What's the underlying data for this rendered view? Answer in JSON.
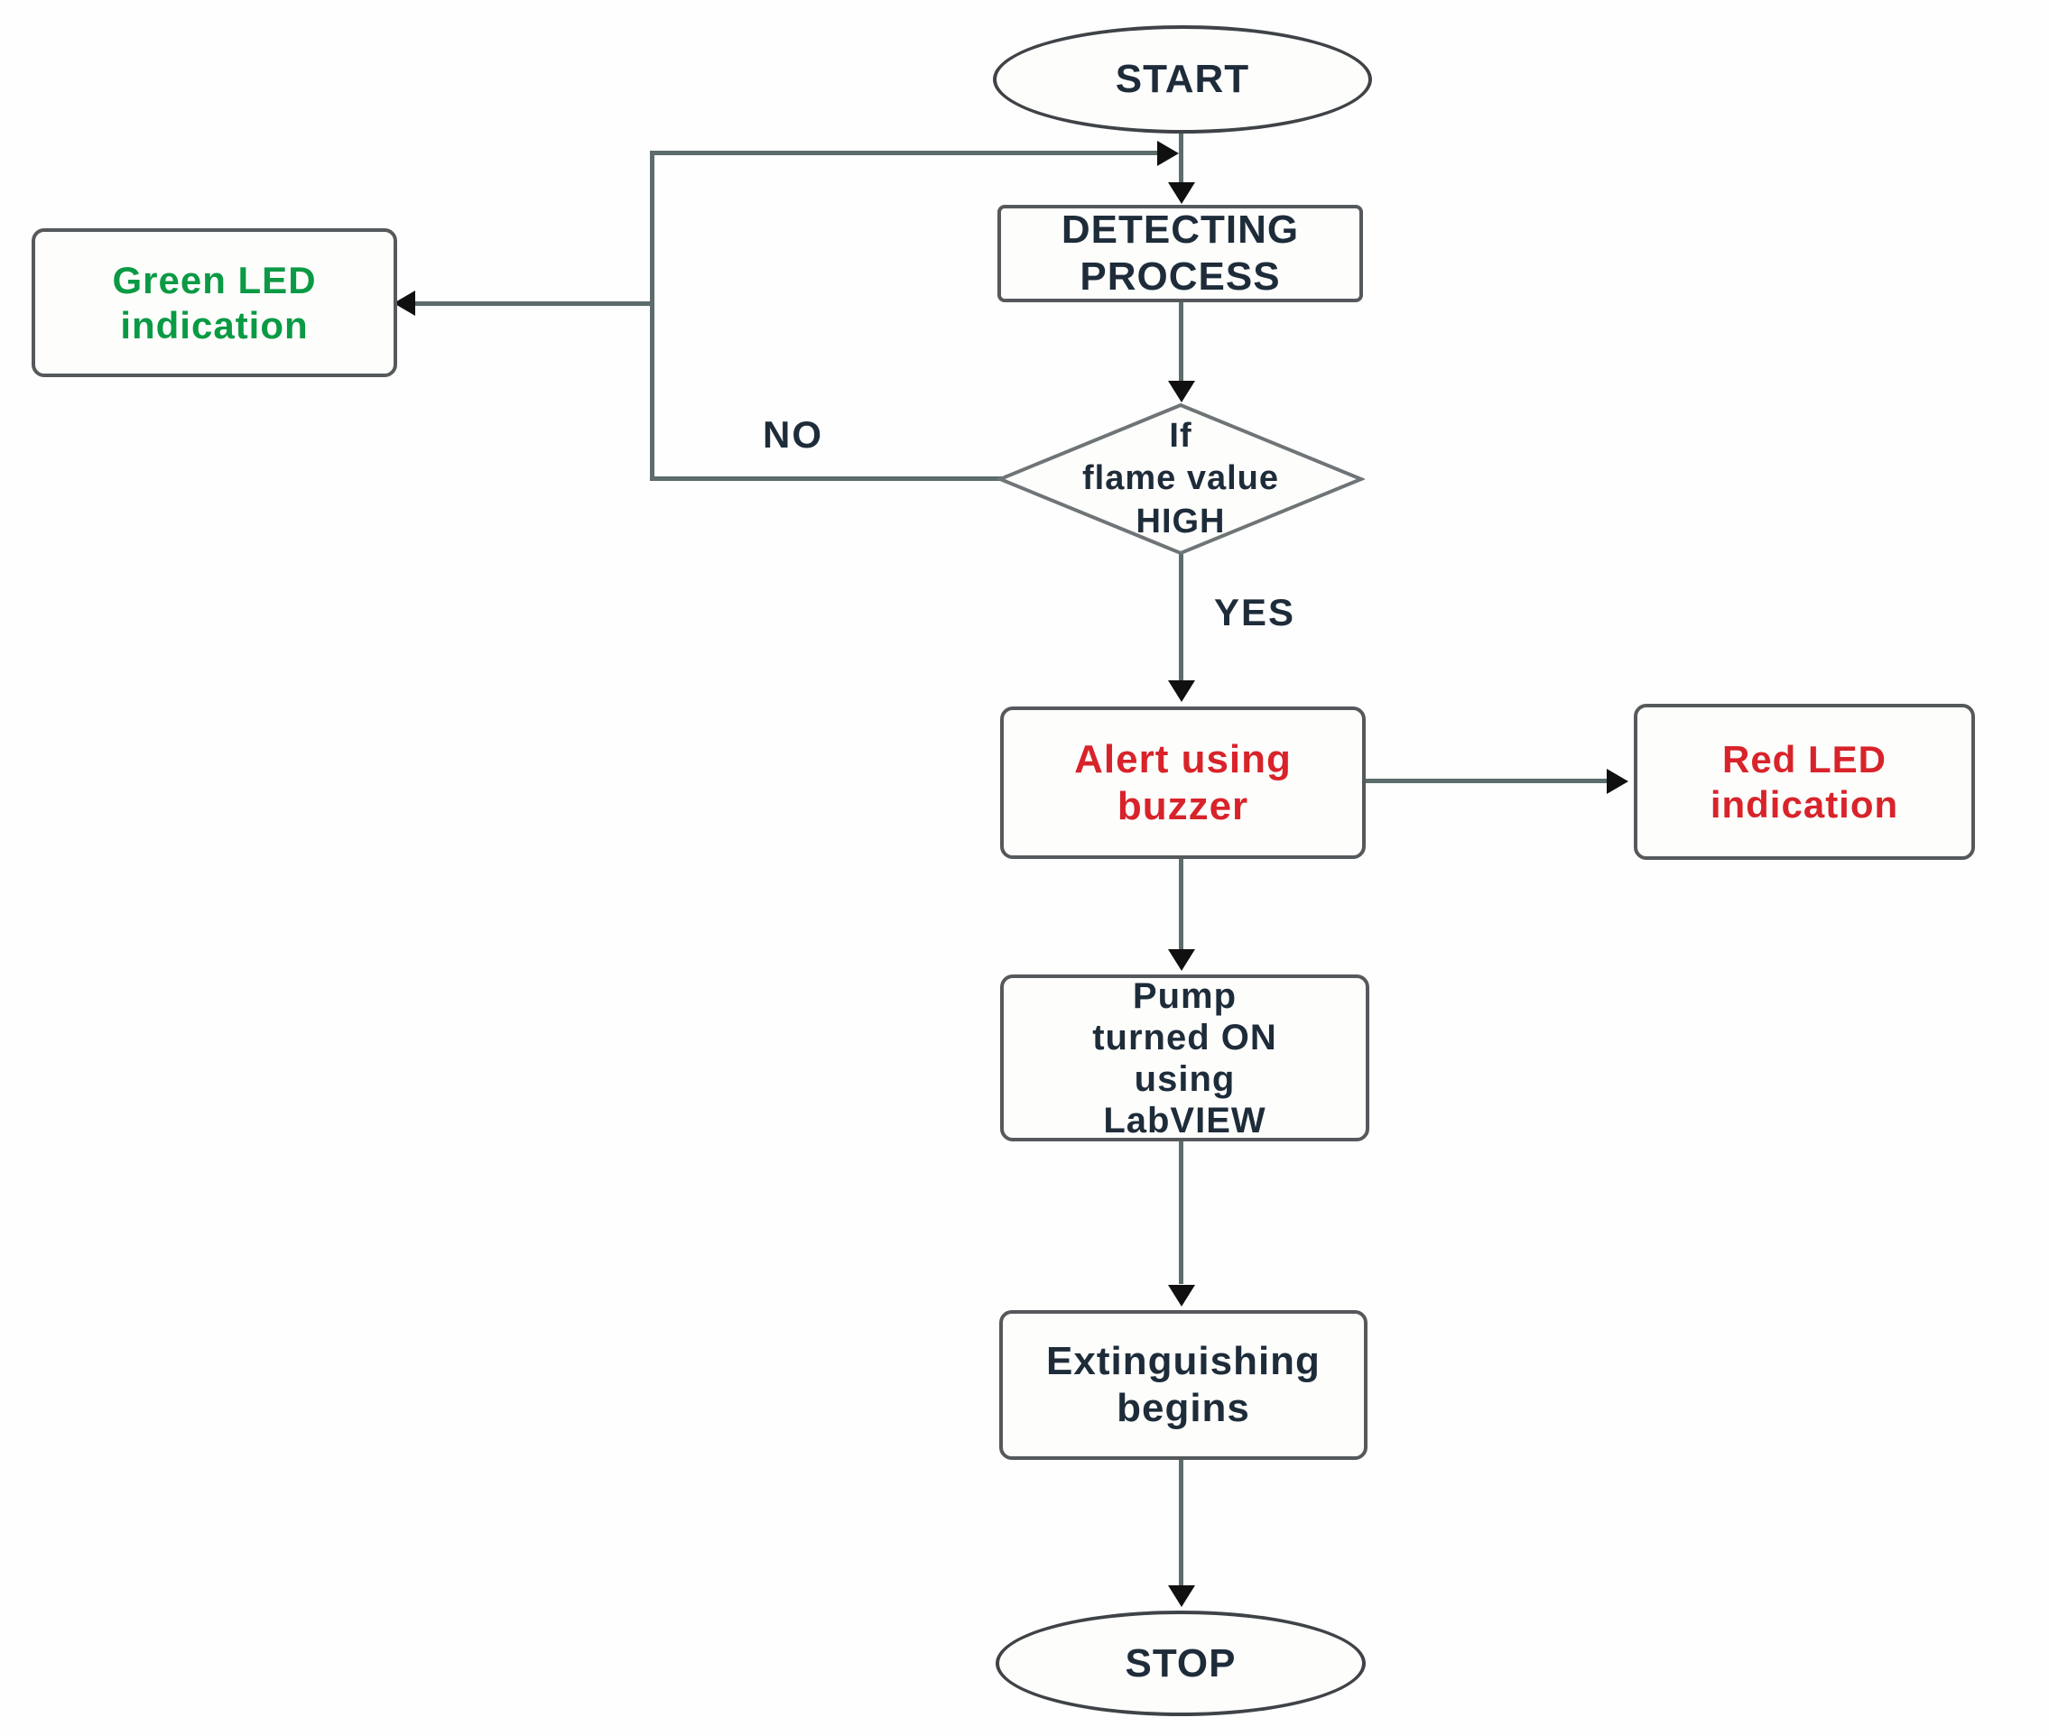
{
  "diagram": {
    "title": "Fire detection and extinguishing flowchart",
    "nodes": {
      "start": {
        "label": "START",
        "shape": "oval"
      },
      "detecting": {
        "label": "DETECTING\nPROCESS",
        "shape": "rectangle"
      },
      "decision": {
        "label": "If\nflame value\nHIGH",
        "shape": "diamond"
      },
      "green_led": {
        "label": "Green LED\nindication",
        "shape": "rectangle",
        "text_color": "#0a9a44"
      },
      "alert_buzzer": {
        "label": "Alert using\nbuzzer",
        "shape": "rectangle",
        "text_color": "#d8232a"
      },
      "red_led": {
        "label": "Red LED\nindication",
        "shape": "rectangle",
        "text_color": "#d8232a"
      },
      "pump": {
        "label": "Pump\nturned ON\nusing\nLabVIEW",
        "shape": "rectangle"
      },
      "extinguishing": {
        "label": "Extinguishing\nbegins",
        "shape": "rectangle"
      },
      "stop": {
        "label": "STOP",
        "shape": "oval"
      }
    },
    "edge_labels": {
      "no": "NO",
      "yes": "YES"
    },
    "edges": [
      {
        "from": "start",
        "to": "detecting"
      },
      {
        "from": "detecting",
        "to": "decision"
      },
      {
        "from": "decision",
        "to": "detecting",
        "label": "NO",
        "route": "left loop back to top"
      },
      {
        "from": "decision",
        "to": "green_led",
        "label": "NO",
        "route": "branch off left loop"
      },
      {
        "from": "decision",
        "to": "alert_buzzer",
        "label": "YES"
      },
      {
        "from": "alert_buzzer",
        "to": "red_led"
      },
      {
        "from": "alert_buzzer",
        "to": "pump"
      },
      {
        "from": "pump",
        "to": "extinguishing"
      },
      {
        "from": "extinguishing",
        "to": "stop"
      }
    ],
    "colors": {
      "dark_text": "#1e2c3a",
      "green_text": "#0a9a44",
      "red_text": "#d8232a",
      "box_border": "#56595c",
      "line": "#5d6c6c",
      "arrowhead": "#101010",
      "background": "#fefefe"
    }
  }
}
